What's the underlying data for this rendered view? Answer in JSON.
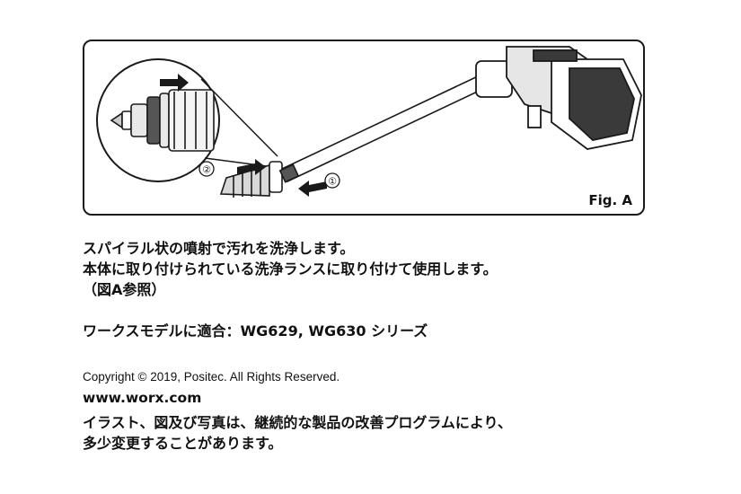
{
  "figure": {
    "label": "Fig. A",
    "callouts": [
      "②",
      "①"
    ]
  },
  "description": {
    "line1": "スパイラル状の噴射で汚れを洗浄します。",
    "line2": "本体に取り付けられている洗浄ランスに取り付けて使用します。",
    "line3": "（図A参照）"
  },
  "compatibility": "ワークスモデルに適合：WG629, WG630 シリーズ",
  "copyright": "Copyright © 2019, Positec. All Rights Reserved.",
  "website": "www.worx.com",
  "notice": {
    "line1": "イラスト、図及び写真は、継続的な製品の改善プログラムにより、",
    "line2": "多少変更することがあります。"
  },
  "colors": {
    "ink": "#111111",
    "frame": "#1a1a1a",
    "background": "#ffffff"
  }
}
